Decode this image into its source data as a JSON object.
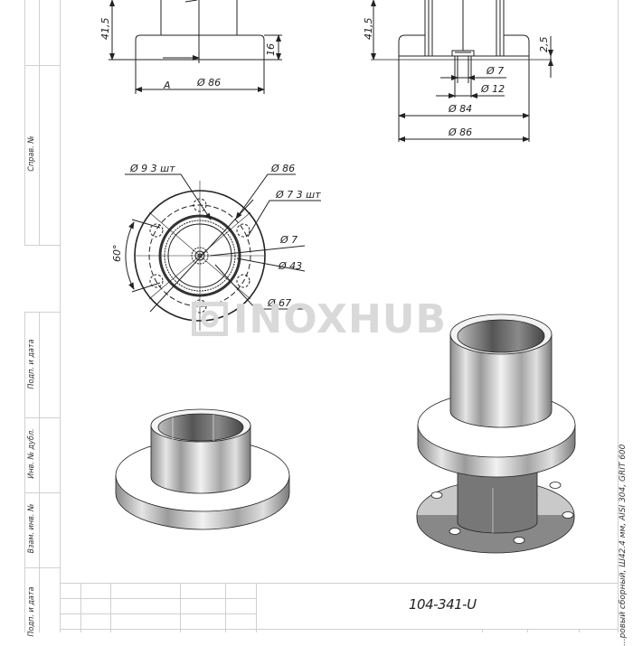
{
  "drawing": {
    "part_number": "104-341-U",
    "watermark": "INOXHUB",
    "material_note": "...ровый сборный, Ш42.4 мм, AISI 304, GRIT 600",
    "views": {
      "front": {
        "height_label": "41,5",
        "flange_height": "16",
        "diameter": "Ø 86",
        "section_mark": "A"
      },
      "section": {
        "height_label": "41,5",
        "plate_thickness": "2,5",
        "d7": "Ø 7",
        "d12": "Ø 12",
        "d84": "Ø 84",
        "d86": "Ø 86"
      },
      "top": {
        "holes_9": "Ø 9 3 шт",
        "d86": "Ø 86",
        "holes_7": "Ø 7 3 шт",
        "d7": "Ø 7",
        "d43": "Ø 43",
        "d67": "Ø 67",
        "angle": "60°"
      }
    }
  },
  "side_stamp": {
    "items": [
      {
        "label": "Справ. №"
      },
      {
        "label": "Подп. и дата"
      },
      {
        "label": "Инв. № дубл."
      },
      {
        "label": "Взам. инв. №"
      },
      {
        "label": "Подп. и дата"
      }
    ]
  },
  "colors": {
    "line": "#222222",
    "frame": "#d0d0d0",
    "watermark": "#d9d9d9",
    "steel_light": "#e8e8e8",
    "steel_dark": "#6e6e6e"
  }
}
